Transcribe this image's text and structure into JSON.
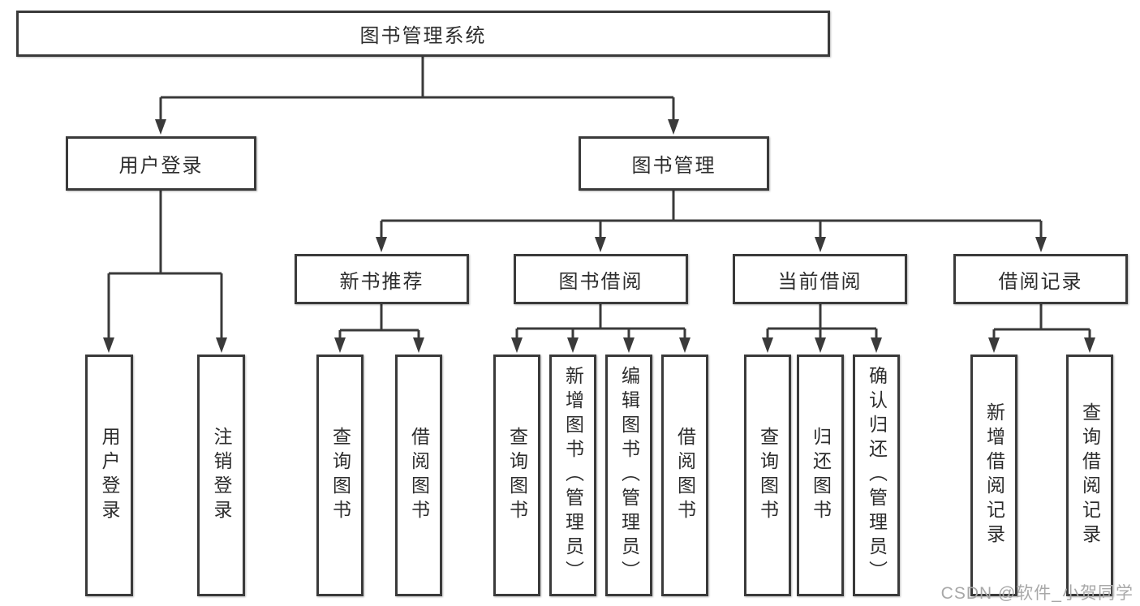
{
  "diagram_title": "图书管理系统",
  "tree": {
    "label": "图书管理系统",
    "children": [
      {
        "label": "用户登录",
        "children": [
          {
            "label": "用户登录"
          },
          {
            "label": "注销登录"
          }
        ]
      },
      {
        "label": "图书管理",
        "children": [
          {
            "label": "新书推荐",
            "children": [
              {
                "label": "查询图书"
              },
              {
                "label": "借阅图书"
              }
            ]
          },
          {
            "label": "图书借阅",
            "children": [
              {
                "label": "查询图书"
              },
              {
                "label": "新增图书（管理员）"
              },
              {
                "label": "编辑图书（管理员）"
              },
              {
                "label": "借阅图书"
              }
            ]
          },
          {
            "label": "当前借阅",
            "children": [
              {
                "label": "查询图书"
              },
              {
                "label": "归还图书"
              },
              {
                "label": "确认归还（管理员）"
              }
            ]
          },
          {
            "label": "借阅记录",
            "children": [
              {
                "label": "新增借阅记录"
              },
              {
                "label": "查询借阅记录"
              }
            ]
          }
        ]
      }
    ]
  },
  "watermark": {
    "text": "CSDN @软件_小贺同学"
  },
  "colors": {
    "line": "#3a3a3a",
    "border": "#3a3a3a",
    "text": "#2d2d2d",
    "watermark": "#a8a8a8",
    "background": "#ffffff"
  }
}
